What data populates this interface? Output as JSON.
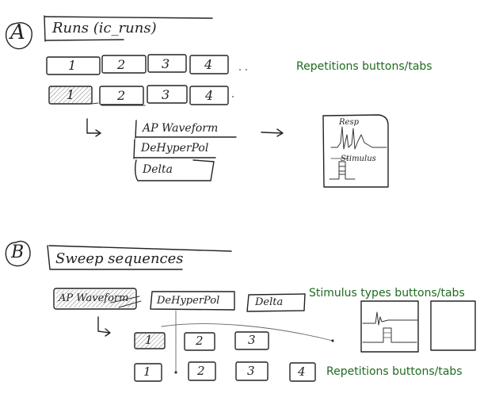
{
  "section_a": {
    "letter": "A",
    "title": "Runs (ic_runs)",
    "row1": [
      "1",
      "2",
      "3",
      "4"
    ],
    "row2": [
      "1",
      "2",
      "3",
      "4"
    ],
    "stimulus_list": [
      "AP Waveform",
      "DeHyperPol",
      "Delta"
    ],
    "plot_labels": {
      "response": "Resp",
      "stimulus": "Stimulus"
    },
    "annotation": "Repetitions buttons/tabs"
  },
  "section_b": {
    "letter": "B",
    "title": "Sweep sequences",
    "stimulus_tabs": [
      "AP Waveform",
      "DeHyperPol",
      "Delta"
    ],
    "row1": [
      "1",
      "2",
      "3"
    ],
    "row2": [
      "1",
      "2",
      "3",
      "4"
    ],
    "annotation_stimulus": "Stimulus types buttons/tabs",
    "annotation_repetitions": "Repetitions buttons/tabs"
  }
}
